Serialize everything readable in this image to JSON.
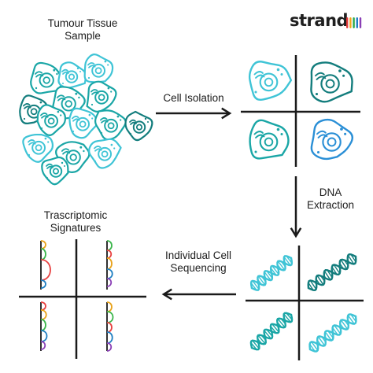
{
  "brand": {
    "name": "strand",
    "bar_colors": [
      "#e23b3b",
      "#f2a51a",
      "#2aa84a",
      "#1e7fc6",
      "#8a3fb5"
    ]
  },
  "labels": {
    "tumour_tissue": [
      "Tumour Tissue",
      "Sample"
    ],
    "cell_isolation": "Cell Isolation",
    "dna_extraction": [
      "DNA",
      "Extraction"
    ],
    "individual_cell": [
      "Individual Cell",
      "Sequencing"
    ],
    "transcriptomic": [
      "Trascriptomic",
      "Signatures"
    ]
  },
  "colors": {
    "teal": "#1aa6a6",
    "cyan": "#3fc4d6",
    "dark_teal": "#137d7d",
    "arrow": "#1a1a1a"
  },
  "signature_colors": [
    "#e8a21a",
    "#3ab54a",
    "#e84040",
    "#1f7fc2",
    "#8a3fb5"
  ]
}
